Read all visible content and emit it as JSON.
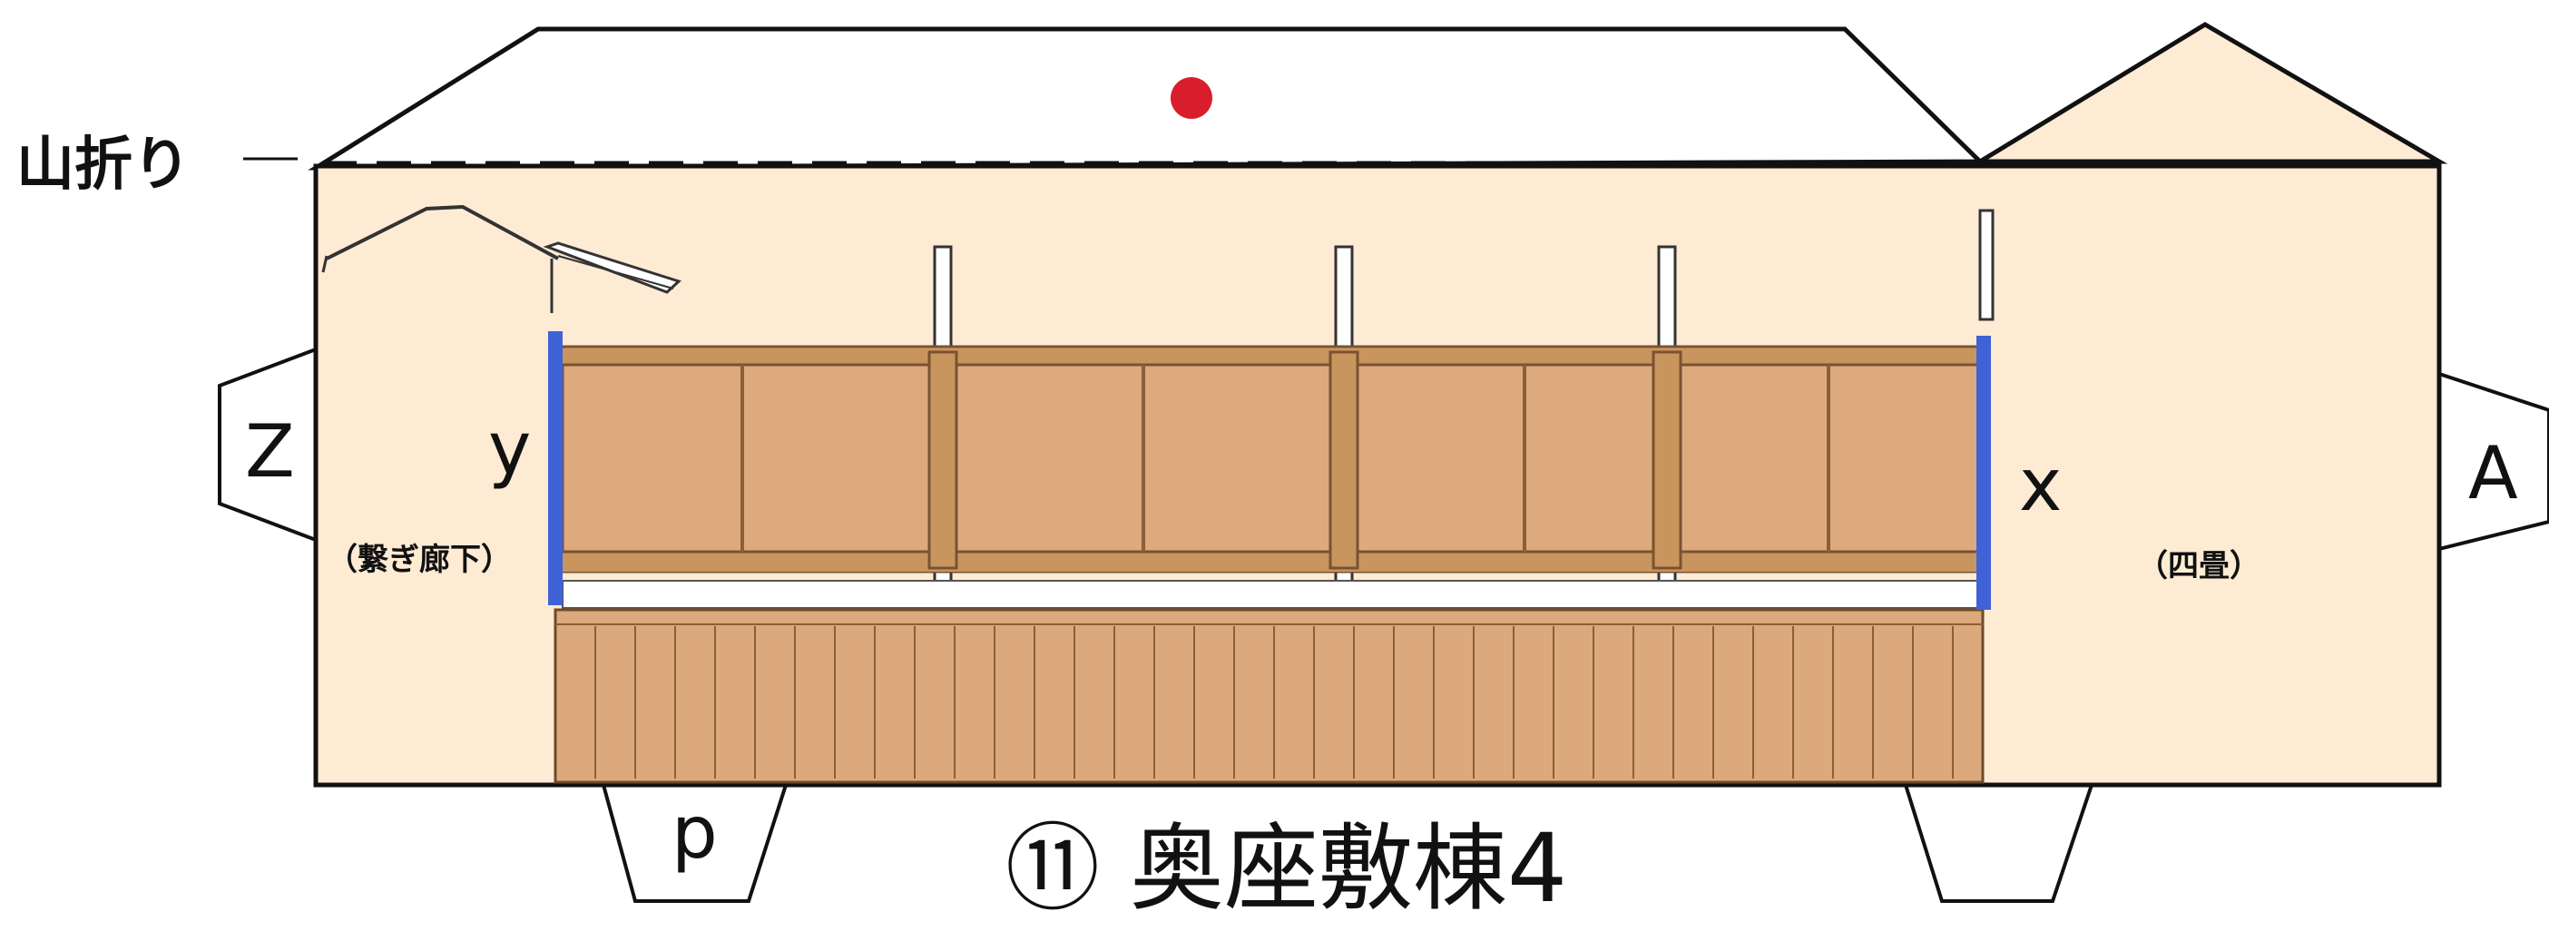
{
  "fold_label": "山折り",
  "tabs": {
    "z": "Z",
    "y": "y",
    "x": "x",
    "a": "A",
    "p": "p"
  },
  "rooms": {
    "left": "（繋ぎ廊下）",
    "right": "（四畳）"
  },
  "title": "⑪ 奥座敷棟4",
  "colors": {
    "wall": "#fdebd4",
    "panel": "#dcaa7c",
    "panel_dark": "#a8774a",
    "fence": "#dba97c",
    "edge_bar": "#3f63d6",
    "marker": "#d81e2c",
    "outline": "#111111"
  }
}
